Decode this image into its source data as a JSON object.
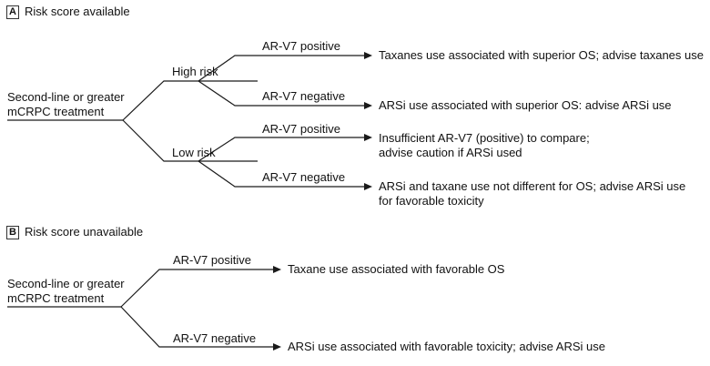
{
  "panel_a": {
    "badge": "A",
    "title": "Risk score available",
    "root_line1": "Second-line or greater",
    "root_line2": "mCRPC treatment",
    "high_risk": "High risk",
    "low_risk": "Low risk",
    "high_pos_label": "AR-V7 positive",
    "high_neg_label": "AR-V7 negative",
    "low_pos_label": "AR-V7 positive",
    "low_neg_label": "AR-V7 negative",
    "out_high_pos": "Taxanes use associated with superior OS; advise taxanes use",
    "out_high_neg": "ARSi use associated with superior OS: advise ARSi use",
    "out_low_pos_line1": "Insufficient AR-V7 (positive) to compare;",
    "out_low_pos_line2": "advise caution if ARSi used",
    "out_low_neg_line1": "ARSi and taxane use not different for OS; advise ARSi use",
    "out_low_neg_line2": "for favorable toxicity"
  },
  "panel_b": {
    "badge": "B",
    "title": "Risk score unavailable",
    "root_line1": "Second-line or greater",
    "root_line2": "mCRPC treatment",
    "pos_label": "AR-V7 positive",
    "neg_label": "AR-V7 negative",
    "out_pos": "Taxane use associated with favorable OS",
    "out_neg": "ARSi use associated with favorable toxicity; advise ARSi use"
  }
}
